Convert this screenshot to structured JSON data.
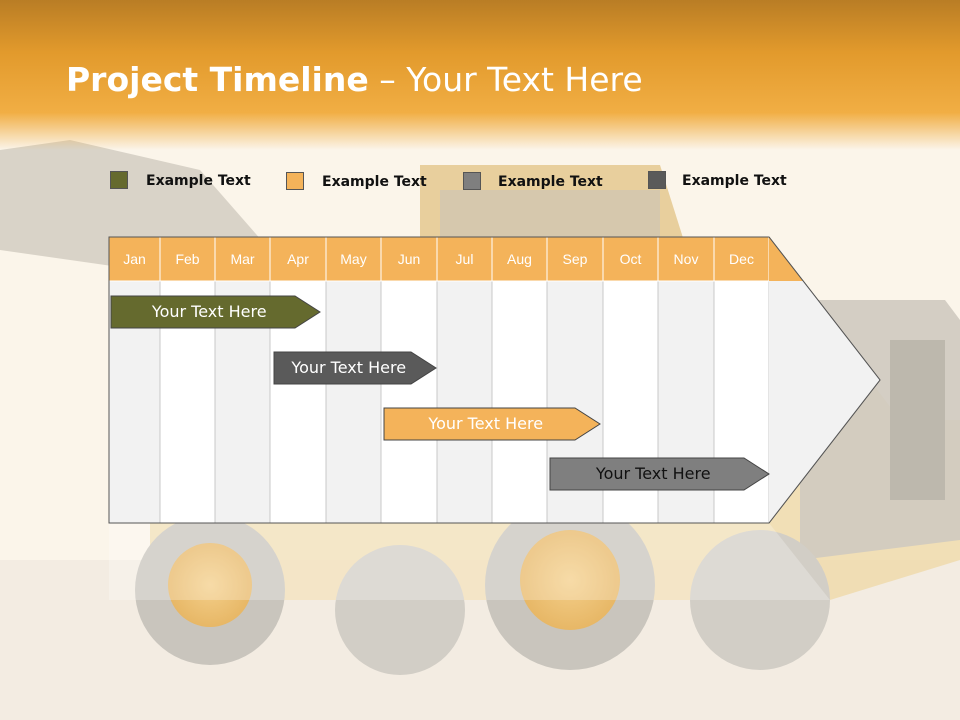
{
  "slide": {
    "title_bold": "Project Timeline",
    "title_rest": "– Your Text Here"
  },
  "legend": [
    {
      "label": "Example Text",
      "color": "#656a2e"
    },
    {
      "label": "Example Text",
      "color": "#f4b35a"
    },
    {
      "label": "Example Text",
      "color": "#7f7f7f"
    },
    {
      "label": "Example Text",
      "color": "#5a5a5a"
    }
  ],
  "months": [
    "Jan",
    "Feb",
    "Mar",
    "Apr",
    "May",
    "Jun",
    "Jul",
    "Aug",
    "Sep",
    "Oct",
    "Nov",
    "Dec"
  ],
  "tasks": [
    {
      "label": "Your  Text Here",
      "color": "#656a2e",
      "text_color": "#ffffff"
    },
    {
      "label": "Your  Text Here",
      "color": "#5a5a5a",
      "text_color": "#ffffff"
    },
    {
      "label": "Your  Text Here",
      "color": "#f4b35a",
      "text_color": "#ffffff"
    },
    {
      "label": "Your  Text Here",
      "color": "#7f7f7f",
      "text_color": "#111111"
    }
  ],
  "colors": {
    "header_orange": "#e29a2c",
    "month_header": "#f4b35a",
    "column_alt": "#f2f2f2"
  }
}
